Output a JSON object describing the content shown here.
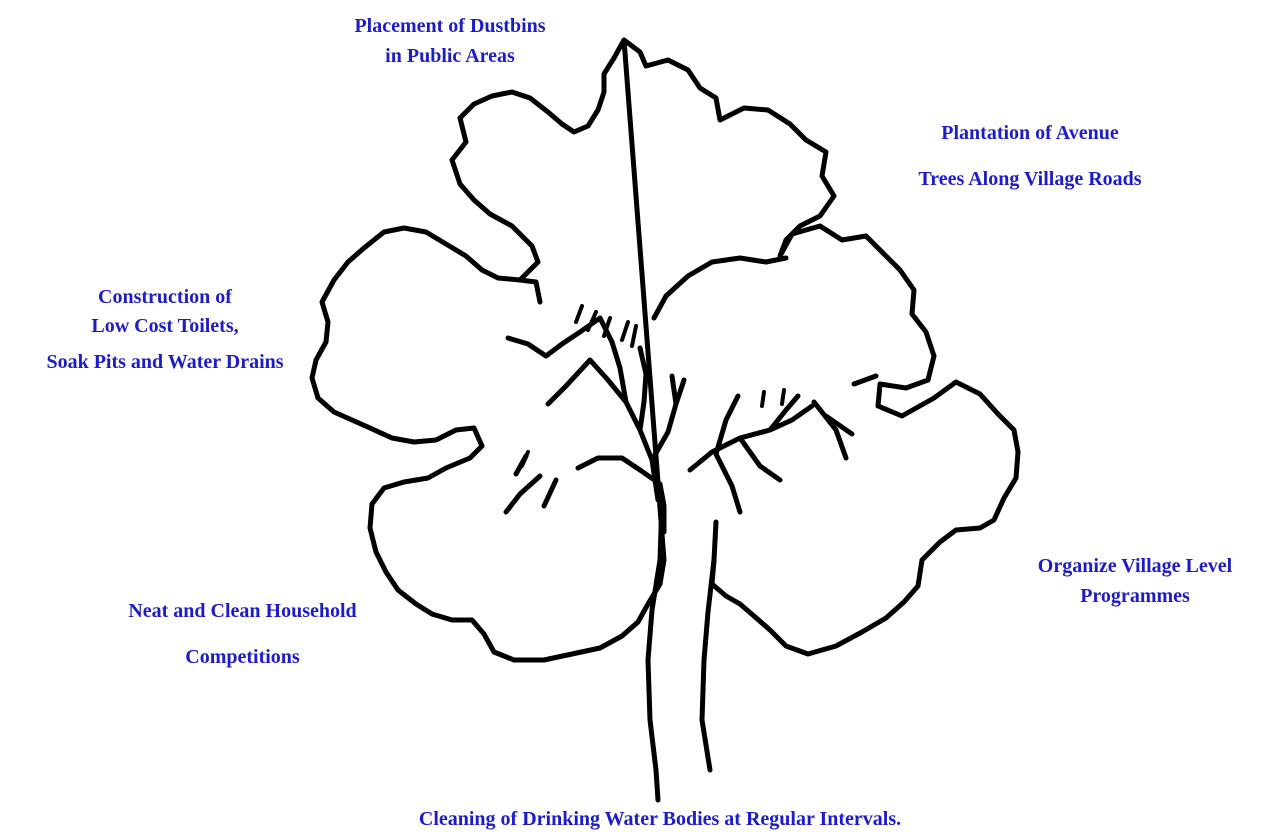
{
  "labels": {
    "dustbins": {
      "line1": "Placement of Dustbins",
      "line2": "in Public Areas"
    },
    "avenue": {
      "line1": "Plantation of Avenue",
      "line2": "Trees Along Village Roads"
    },
    "toilets": {
      "line1": "Construction of",
      "line2": "Low Cost Toilets,",
      "line3": "Soak Pits and Water Drains"
    },
    "household": {
      "line1": "Neat and Clean Household",
      "line2": "Competitions"
    },
    "village": {
      "line1": "Organize Village Level",
      "line2": "Programmes"
    },
    "water": {
      "line1": "Cleaning of Drinking Water Bodies at Regular Intervals."
    }
  },
  "colors": {
    "label_text": "#1c1cc8",
    "tree_outline": "#000000",
    "background": "#ffffff"
  }
}
